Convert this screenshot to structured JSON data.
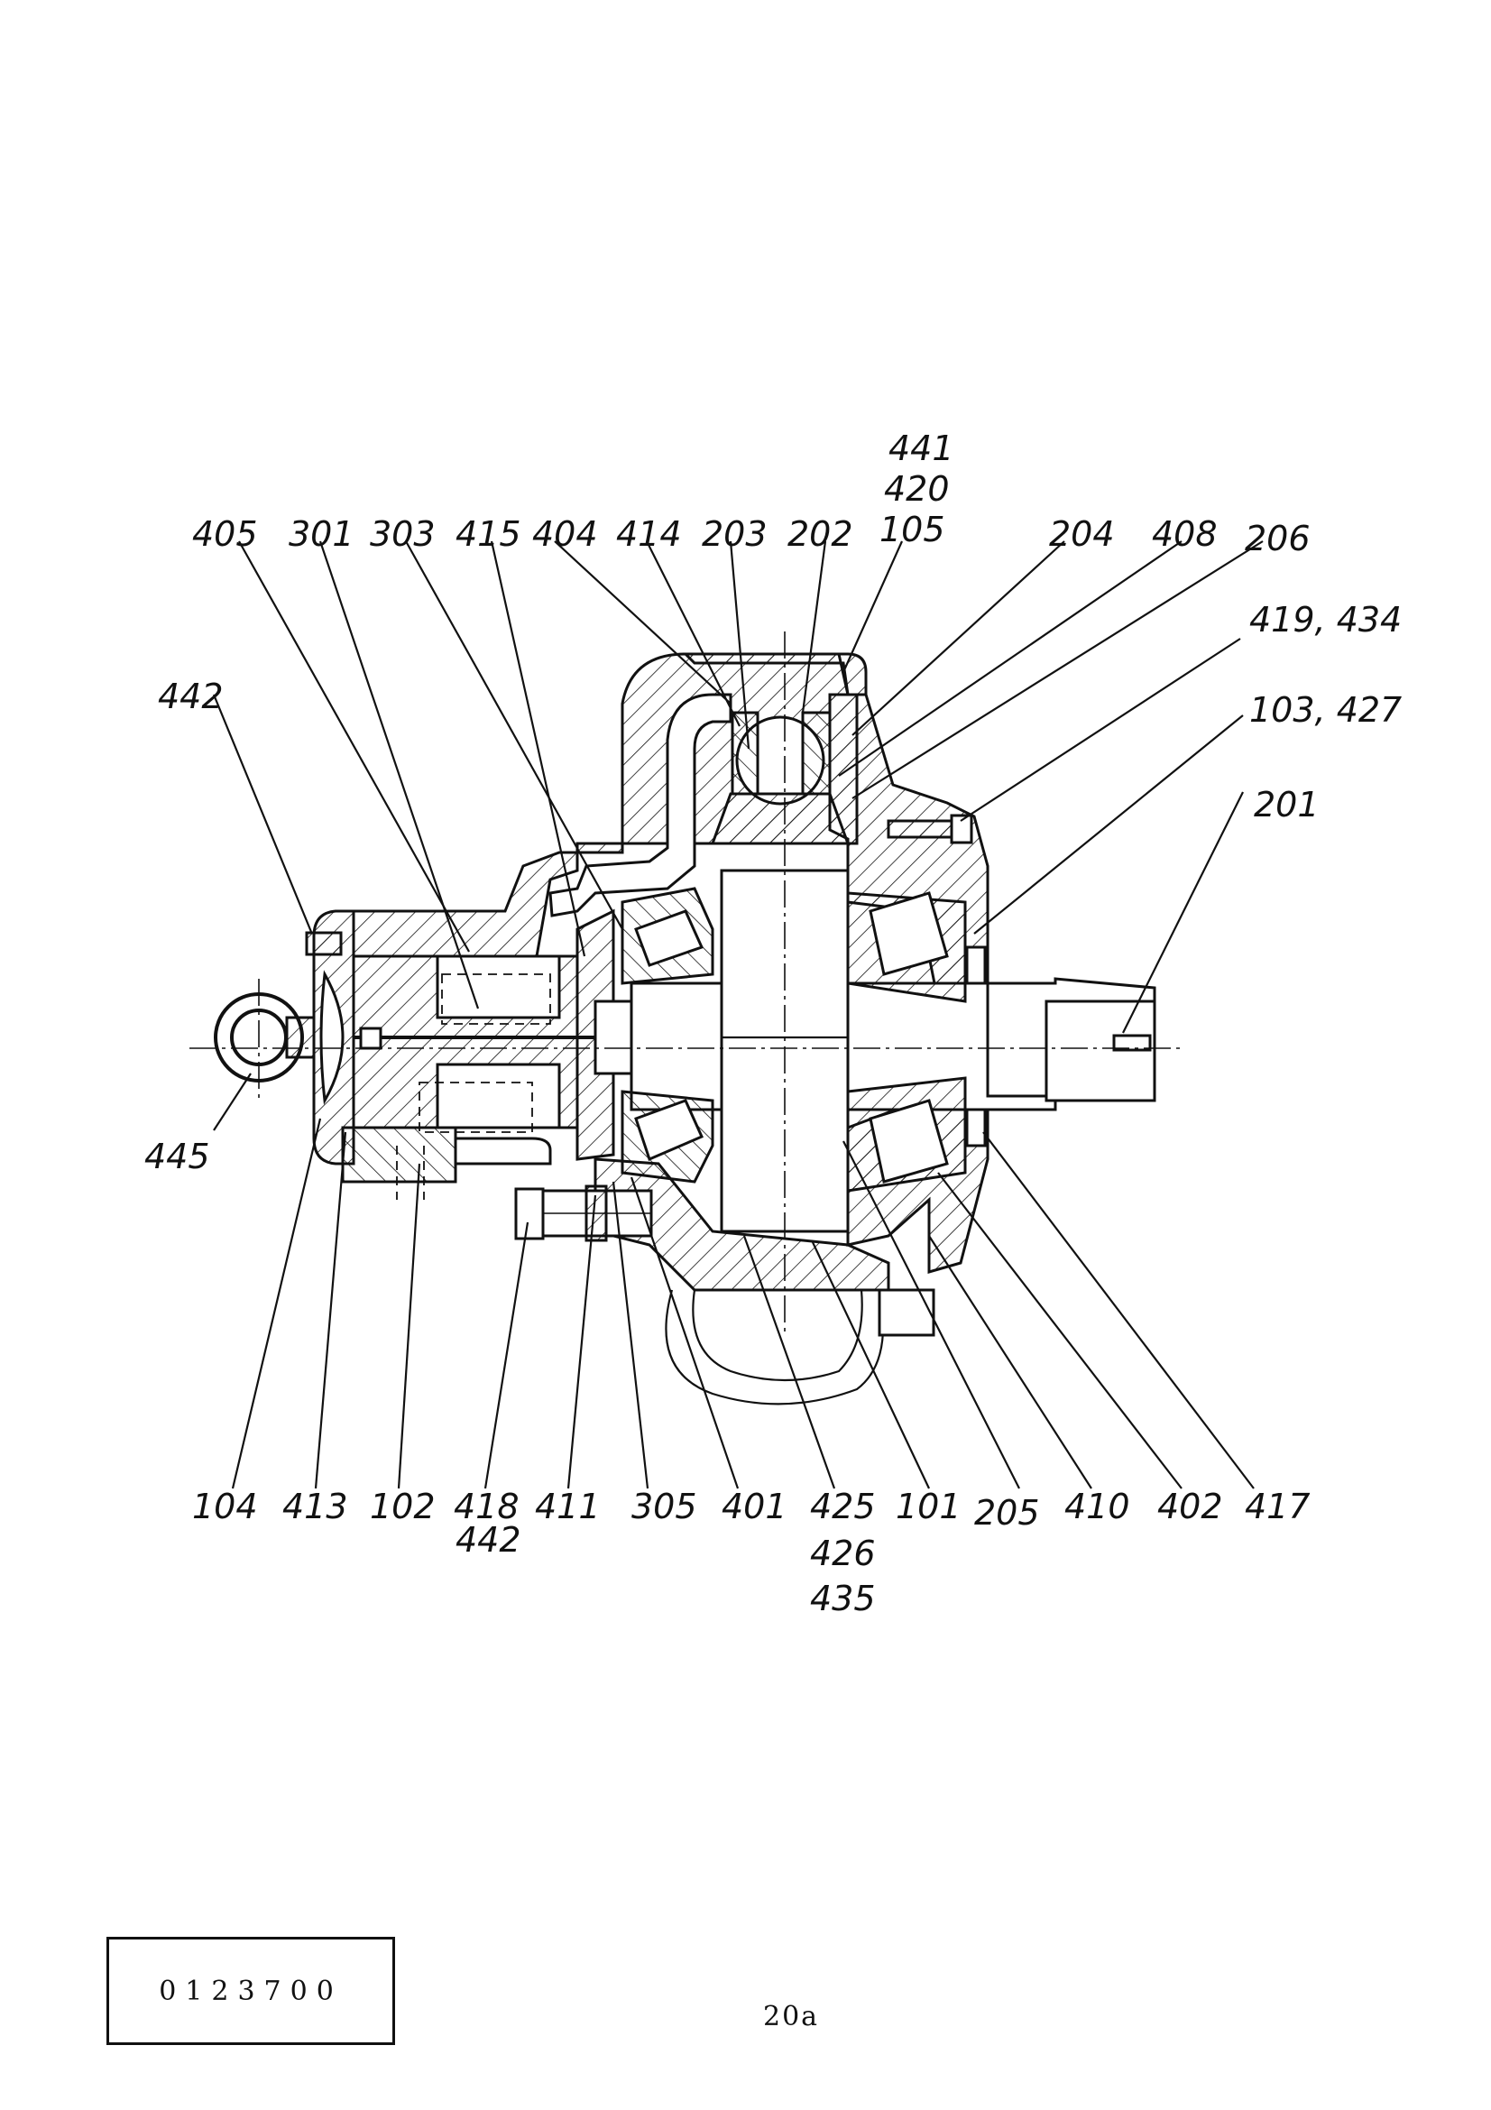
{
  "drawing": {
    "labels": {
      "l441": "441",
      "l420": "420",
      "l105": "105",
      "l405": "405",
      "l301": "301",
      "l303": "303",
      "l415": "415",
      "l404": "404",
      "l414": "414",
      "l203": "203",
      "l202": "202",
      "l204": "204",
      "l408": "408",
      "l206": "206",
      "l419_434": "419, 434",
      "l103_427": "103, 427",
      "l201": "201",
      "l442_top": "442",
      "l445": "445",
      "l104": "104",
      "l413": "413",
      "l102": "102",
      "l418": "418",
      "l442_bottom": "442",
      "l411": "411",
      "l305": "305",
      "l401": "401",
      "l425": "425",
      "l426": "426",
      "l435": "435",
      "l101": "101",
      "l205": "205",
      "l410": "410",
      "l402": "402",
      "l417": "417"
    }
  },
  "footer": {
    "doc_number": "0123700",
    "page_number": "20a"
  }
}
